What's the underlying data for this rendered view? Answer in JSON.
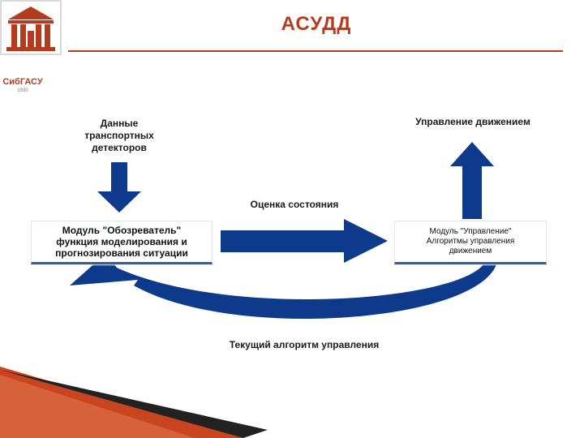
{
  "slide": {
    "title": "АСУДД",
    "accent_color": "#b43c1e",
    "logo": {
      "icon": "university-building-icon",
      "text": "СибГАСУ",
      "subtext": "1930"
    }
  },
  "diagram": {
    "arrow_color": "#0d3a8a",
    "input_label": "Данные\nтранспортных\nдетекторов",
    "output_label": "Управление движением",
    "forward_label": "Оценка состояния",
    "return_label": "Текущий алгоритм управления",
    "observer_module": "Модуль \"Обозреватель\"\nфункция моделирования и\nпрогнозирования ситуации",
    "control_module": "Модуль \"Управление\"\nАлгоритмы управления\nдвижением"
  }
}
